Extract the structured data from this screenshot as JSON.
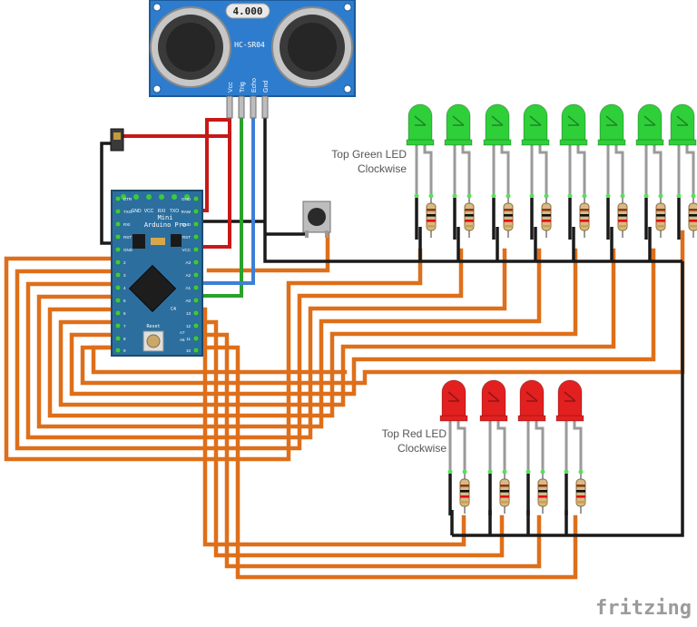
{
  "sensor": {
    "crystal_label": "4.000",
    "model_label": "HC-SR04",
    "pins": [
      "Vcc",
      "Trig",
      "Echo",
      "Gnd"
    ]
  },
  "arduino": {
    "title_line1": "Mini",
    "title_line2": "Arduino Pro",
    "reset_label": "Reset",
    "top_pins": [
      "GND",
      "VCC",
      "RXI",
      "TXO"
    ],
    "left_pins": [
      "DTR",
      "TXO",
      "RXI",
      "RST",
      "GND",
      "2",
      "3",
      "4",
      "5",
      "6",
      "7",
      "8",
      "9"
    ],
    "right_pins": [
      "GND",
      "RAW",
      "GND",
      "RST",
      "VCC",
      "A3",
      "A2",
      "A1",
      "A0",
      "13",
      "12",
      "11",
      "10"
    ],
    "bottom_pins": [
      "A7",
      "A6"
    ],
    "chip_label": "C4"
  },
  "labels": {
    "green_line1": "Top Green LED",
    "green_line2": "Clockwise",
    "red_line1": "Top Red LED",
    "red_line2": "Clockwise"
  },
  "branding": {
    "logo": "fritzing"
  },
  "colors": {
    "wire_orange": "#de6f1a",
    "wire_black": "#1a1a1a",
    "wire_red": "#c81818",
    "wire_green": "#2aa12a",
    "wire_blue": "#3e7fd6",
    "wire_gray": "#9a9a9a",
    "led_green": "#2fcf3a",
    "led_red": "#e22020",
    "board_blue": "#2c6f9f",
    "sensor_blue": "#2e7ccd"
  }
}
